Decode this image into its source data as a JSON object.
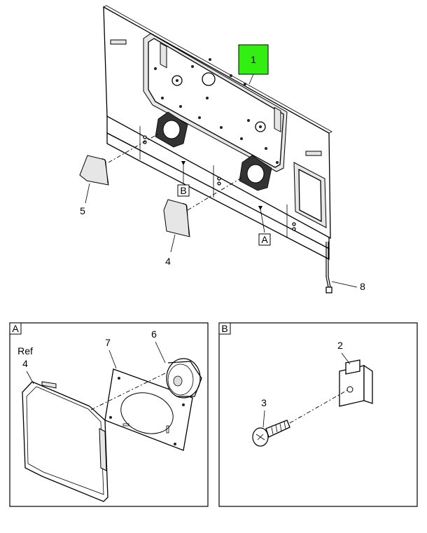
{
  "main_view": {
    "callouts": {
      "part_1": "1",
      "part_4": "4",
      "part_5": "5",
      "part_8": "8",
      "view_a": "A",
      "view_b": "B"
    },
    "highlight_color": "#33ee11"
  },
  "detail_a": {
    "box_label": "A",
    "ref_label": "Ref",
    "callouts": {
      "part_4": "4",
      "part_6": "6",
      "part_7": "7"
    }
  },
  "detail_b": {
    "box_label": "B",
    "callouts": {
      "part_2": "2",
      "part_3": "3"
    }
  }
}
